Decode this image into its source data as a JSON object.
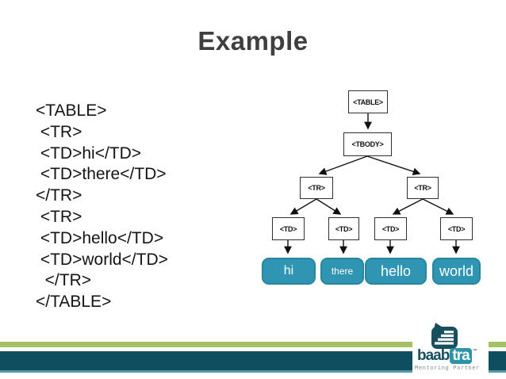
{
  "slide": {
    "title": "Example"
  },
  "code": {
    "lines": [
      "<TABLE>",
      " <TR>",
      " <TD>hi</TD>",
      " <TD>there</TD>",
      "</TR>",
      " <TR>",
      " <TD>hello</TD>",
      " <TD>world</TD>",
      "  </TR>",
      "</TABLE>"
    ]
  },
  "diagram": {
    "type": "tree",
    "nodes": {
      "table": "<TABLE>",
      "tbody": "<TBODY>",
      "tr_left": "<TR>",
      "tr_right": "<TR>",
      "td_1": "<TD>",
      "td_2": "<TD>",
      "td_3": "<TD>",
      "td_4": "<TD>"
    },
    "leaves": {
      "hi": "hi",
      "there": "there",
      "hello": "hello",
      "world": "world"
    },
    "edges": [
      "TABLE->TBODY",
      "TBODY->TR(left)",
      "TBODY->TR(right)",
      "TR(left)->TD1",
      "TR(left)->TD2",
      "TR(right)->TD3",
      "TR(right)->TD4",
      "TD1->hi",
      "TD2->there",
      "TD3->hello",
      "TD4->world"
    ]
  },
  "footer": {
    "brand_dark": "baab",
    "brand_light": "tra",
    "trademark": "™",
    "tagline": "Mentoring Partner"
  },
  "colors": {
    "title_gray": "#3F3F3F",
    "leaf_fill": "#3095B2",
    "leaf_border": "#27859F",
    "band_green": "#A5C161",
    "band_teal": "#0F4E5E",
    "band_edge": "#569AA8",
    "brand_teal": "#174F5F",
    "brand_badge": "#2E93AA",
    "tagline_gray": "#7E968F"
  }
}
